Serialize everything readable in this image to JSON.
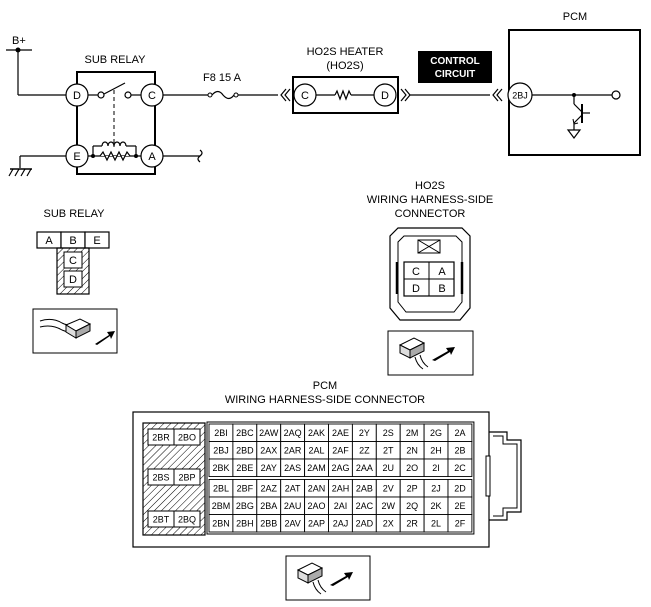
{
  "labels": {
    "b_plus": "B+",
    "sub_relay_title": "SUB RELAY",
    "fuse": "F8 15 A",
    "ho2s_heater_line1": "HO2S HEATER",
    "ho2s_heater_line2": "(HO2S)",
    "control_line1": "CONTROL",
    "control_line2": "CIRCUIT",
    "pcm_title": "PCM",
    "pcm_terminal": "2BJ",
    "sub_relay_conn_title": "SUB RELAY",
    "ho2s_conn_line1": "HO2S",
    "ho2s_conn_line2": "WIRING HARNESS-SIDE",
    "ho2s_conn_line3": "CONNECTOR",
    "pcm_conn_line1": "PCM",
    "pcm_conn_line2": "WIRING HARNESS-SIDE CONNECTOR"
  },
  "relay_terminals": {
    "d": "D",
    "c": "C",
    "e": "E",
    "a": "A"
  },
  "heater_terminals": {
    "left": "C",
    "right": "D"
  },
  "sub_relay_connector": {
    "top": [
      "A",
      "B",
      "E"
    ],
    "middle": [
      "C",
      "D"
    ]
  },
  "ho2s_connector": {
    "cells": [
      "C",
      "A",
      "D",
      "B"
    ]
  },
  "pcm_connector": {
    "left_block": [
      "2BR",
      "2BO",
      "2BS",
      "2BP",
      "2BT",
      "2BQ"
    ],
    "grid": [
      [
        "2BI",
        "2BC",
        "2AW",
        "2AQ",
        "2AK",
        "2AE",
        "2Y",
        "2S",
        "2M",
        "2G",
        "2A"
      ],
      [
        "2BJ",
        "2BD",
        "2AX",
        "2AR",
        "2AL",
        "2AF",
        "2Z",
        "2T",
        "2N",
        "2H",
        "2B"
      ],
      [
        "2BK",
        "2BE",
        "2AY",
        "2AS",
        "2AM",
        "2AG",
        "2AA",
        "2U",
        "2O",
        "2I",
        "2C"
      ],
      [
        "2BL",
        "2BF",
        "2AZ",
        "2AT",
        "2AN",
        "2AH",
        "2AB",
        "2V",
        "2P",
        "2J",
        "2D"
      ],
      [
        "2BM",
        "2BG",
        "2BA",
        "2AU",
        "2AO",
        "2AI",
        "2AC",
        "2W",
        "2Q",
        "2K",
        "2E"
      ],
      [
        "2BN",
        "2BH",
        "2BB",
        "2AV",
        "2AP",
        "2AJ",
        "2AD",
        "2X",
        "2R",
        "2L",
        "2F"
      ]
    ]
  }
}
